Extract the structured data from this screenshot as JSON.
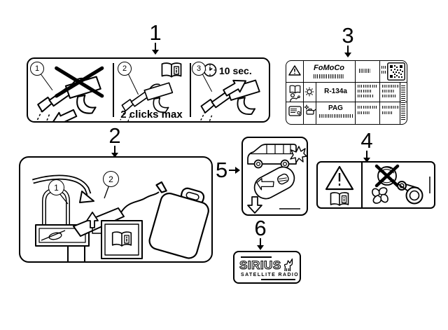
{
  "callouts": [
    {
      "num": "1"
    },
    {
      "num": "2"
    },
    {
      "num": "3"
    },
    {
      "num": "4"
    },
    {
      "num": "5"
    },
    {
      "num": "6"
    }
  ],
  "labels": {
    "fuel_instructions": {
      "steps": [
        {
          "number": "1",
          "icons": [
            "fuel-nozzle-icon",
            "cross-out-icon",
            "arrow-down-left-icon"
          ]
        },
        {
          "number": "2",
          "caption": "2 clicks max",
          "icons": [
            "owner-manual-icon",
            "fuel-nozzle-icon"
          ]
        },
        {
          "number": "3",
          "time": "10 sec.",
          "icons": [
            "clock-icon",
            "fuel-nozzle-icon",
            "arrow-up-right-icon"
          ]
        }
      ]
    },
    "refueling_diagram": {
      "steps": [
        {
          "number": "1"
        },
        {
          "number": "2"
        }
      ],
      "icons": [
        "fuel-filler-icon",
        "funnel-icon",
        "fuel-container-icon",
        "owner-manual-icon",
        "arrow-up-icon"
      ]
    },
    "ac_specification": {
      "brand": "FoMoCo",
      "refrigerant": "R-134a",
      "lubricant": "PAG",
      "icons": [
        "warning-triangle-icon",
        "owner-manual-icon",
        "technician-icon",
        "certificate-icon",
        "sun-icon",
        "oil-can-icon",
        "qr-code",
        "barcode"
      ]
    },
    "fan_warning": {
      "icons": [
        "warning-triangle-icon",
        "owner-manual-icon",
        "no-reach-icon",
        "cooling-fan-icon",
        "belt-drive-icon"
      ]
    },
    "remote_start": {
      "icons": [
        "van-icon",
        "star-burst-icon",
        "key-fob-icon",
        "arrow-up-left-icon",
        "arrow-down-icon"
      ]
    },
    "sirius": {
      "brand": "SIRIUS",
      "tagline": "SATELLITE RADIO"
    }
  }
}
